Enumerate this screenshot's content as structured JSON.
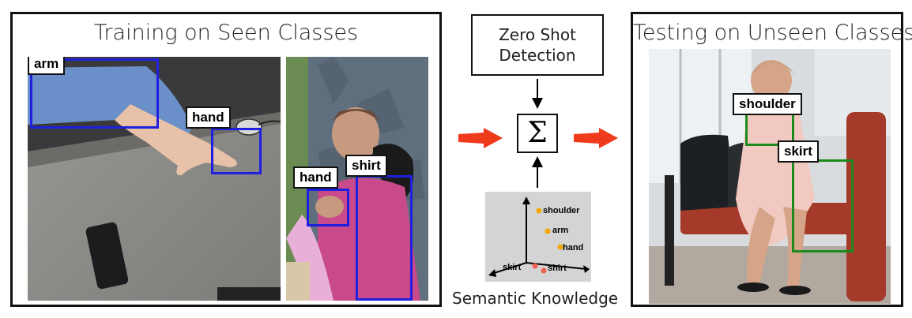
{
  "training_panel": {
    "title": "Training on Seen Classes",
    "image1_labels": {
      "arm": "arm",
      "hand": "hand"
    },
    "image2_labels": {
      "hand": "hand",
      "shirt": "shirt"
    }
  },
  "center": {
    "zsd_box": "Zero Shot\nDetection",
    "sigma": "Σ",
    "semantic_label": "Semantic Knowledge",
    "semantic_points": [
      {
        "label": "shoulder",
        "color": "#f2a900"
      },
      {
        "label": "arm",
        "color": "#f2a900"
      },
      {
        "label": "hand",
        "color": "#f2a900"
      },
      {
        "label": "skirt",
        "color": "#f06050"
      },
      {
        "label": "shirt",
        "color": "#f06050"
      }
    ]
  },
  "testing_panel": {
    "title": "Testing on Unseen Classes",
    "labels": {
      "shoulder": "shoulder",
      "skirt": "skirt"
    }
  },
  "colors": {
    "seen_box": "#1f1fe0",
    "unseen_box": "#1c8a1c",
    "arrow_red": "#f03a1c"
  }
}
